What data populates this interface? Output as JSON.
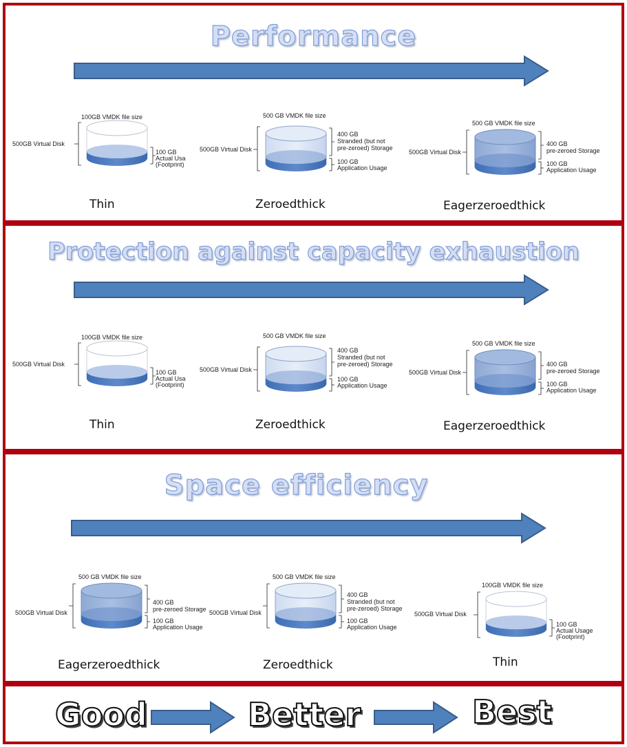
{
  "colors": {
    "border": "#b0000f",
    "arrow_fill": "#4f81bd",
    "arrow_stroke": "#385d8a",
    "heading_fill": "#d4def5",
    "heading_stroke": "#7f9dd6"
  },
  "panels": [
    {
      "heading": "Performance",
      "disks": [
        {
          "type": "thin",
          "file_size": "100GB VMDK file size",
          "virtual_disk": "500GB Virtual Disk",
          "usage_title": "100 GB",
          "usage_line1": "Actual Usa",
          "usage_line2": "(Footprint)",
          "caption": "Thin"
        },
        {
          "type": "zeroed",
          "file_size": "500 GB VMDK file size",
          "virtual_disk": "500GB Virtual Disk",
          "upper_title": "400 GB",
          "upper_line1": "Stranded (but not",
          "upper_line2": "pre-zeroed) Storage",
          "lower_title": "100 GB",
          "lower_line1": "Application Usage",
          "caption": "Zeroedthick"
        },
        {
          "type": "eager",
          "file_size": "500 GB VMDK file size",
          "virtual_disk": "500GB Virtual Disk",
          "upper_title": "400 GB",
          "upper_line1": "pre-zeroed Storage",
          "lower_title": "100 GB",
          "lower_line1": "Application Usage",
          "caption": "Eagerzeroedthick"
        }
      ]
    },
    {
      "heading": "Protection against capacity exhaustion",
      "disks": [
        {
          "type": "thin",
          "file_size": "100GB VMDK file size",
          "virtual_disk": "500GB Virtual Disk",
          "usage_title": "100 GB",
          "usage_line1": "Actual Usa",
          "usage_line2": "(Footprint)",
          "caption": "Thin"
        },
        {
          "type": "zeroed",
          "file_size": "500 GB VMDK file size",
          "virtual_disk": "500GB Virtual Disk",
          "upper_title": "400 GB",
          "upper_line1": "Stranded (but not",
          "upper_line2": "pre-zeroed) Storage",
          "lower_title": "100 GB",
          "lower_line1": "Application Usage",
          "caption": "Zeroedthick"
        },
        {
          "type": "eager",
          "file_size": "500 GB VMDK file size",
          "virtual_disk": "500GB Virtual Disk",
          "upper_title": "400 GB",
          "upper_line1": "pre-zeroed Storage",
          "lower_title": "100 GB",
          "lower_line1": "Application Usage",
          "caption": "Eagerzeroedthick"
        }
      ]
    },
    {
      "heading": "Space efficiency",
      "disks": [
        {
          "type": "eager",
          "file_size": "500 GB VMDK file size",
          "virtual_disk": "500GB Virtual Disk",
          "upper_title": "400 GB",
          "upper_line1": "pre-zeroed Storage",
          "lower_title": "100 GB",
          "lower_line1": "Application Usage",
          "caption": "Eagerzeroedthick"
        },
        {
          "type": "zeroed",
          "file_size": "500 GB VMDK file size",
          "virtual_disk": "500GB Virtual Disk",
          "upper_title": "400 GB",
          "upper_line1": "Stranded (but not",
          "upper_line2": "pre-zeroed) Storage",
          "lower_title": "100 GB",
          "lower_line1": "Application Usage",
          "caption": "Zeroedthick"
        },
        {
          "type": "thin",
          "file_size": "100GB VMDK file size",
          "virtual_disk": "500GB Virtual Disk",
          "usage_title": "100 GB",
          "usage_line1": "Actual Usage",
          "usage_line2": "(Footprint)",
          "caption": "Thin"
        }
      ]
    }
  ],
  "legend": {
    "good": "Good",
    "better": "Better",
    "best": "Best"
  }
}
